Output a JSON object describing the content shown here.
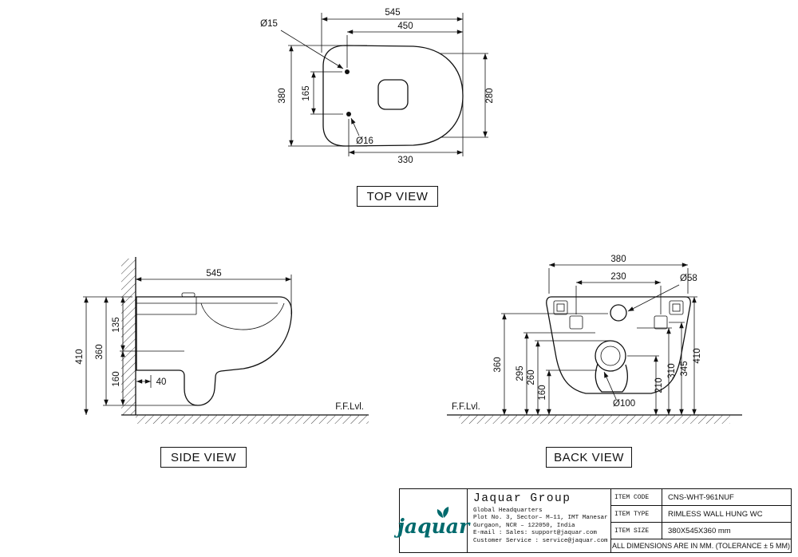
{
  "top_view": {
    "label": "TOP VIEW",
    "dims": {
      "w545": "545",
      "w450": "450",
      "h380": "380",
      "h165": "165",
      "h280": "280",
      "w330": "330",
      "dia15": "Ø15",
      "dia16": "Ø16"
    }
  },
  "side_view": {
    "label": "SIDE VIEW",
    "ffl": "F.F.Lvl.",
    "dims": {
      "w545": "545",
      "h410": "410",
      "h360": "360",
      "h135": "135",
      "h160": "160",
      "w40": "40"
    }
  },
  "back_view": {
    "label": "BACK VIEW",
    "ffl": "F.F.Lvl.",
    "dims": {
      "w380": "380",
      "w230": "230",
      "dia58": "Ø58",
      "h360": "360",
      "h295": "295",
      "h260": "260",
      "h160": "160",
      "h210": "210",
      "h310": "310",
      "h345": "345",
      "h410": "410",
      "dia100": "Ø100"
    }
  },
  "title_block": {
    "logo_text": "jaquar",
    "company": "Jaquar Group",
    "address": [
      "Global Headquarters",
      "Plot No. 3, Sector– M–11, IMT Manesar",
      "Gurgaon, NCR – 122050, India",
      "E-mail :  Sales: support@jaquar.com",
      "Customer Service :  service@jaquar.com"
    ],
    "rows": [
      {
        "label": "ITEM CODE",
        "value": "CNS-WHT-961NUF"
      },
      {
        "label": "ITEM TYPE",
        "value": "RIMLESS WALL HUNG WC"
      },
      {
        "label": "ITEM SIZE",
        "value": "380X545X360 mm"
      }
    ],
    "note": "ALL DIMENSIONS ARE IN MM. (TOLERANCE ± 5 MM)",
    "brand_color": "#006a6d"
  }
}
